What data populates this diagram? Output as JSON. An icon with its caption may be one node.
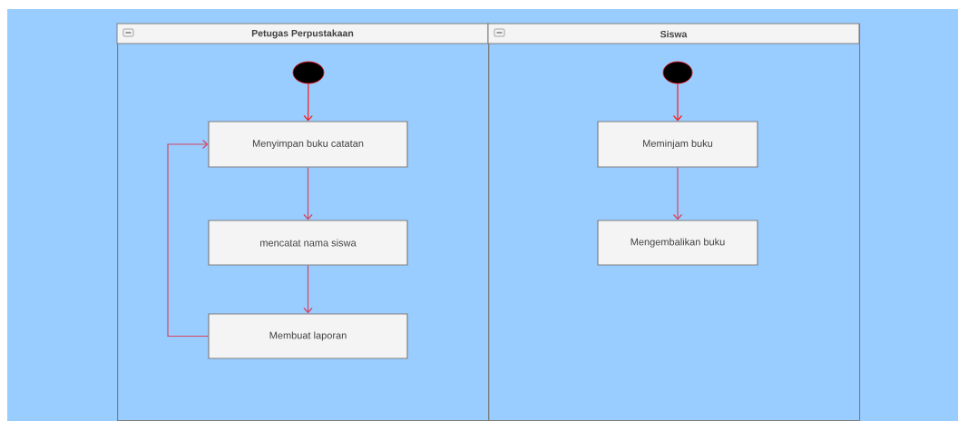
{
  "diagram": {
    "nodes": [
      {
        "text": [
          "Petugas Perpustakaan"
        ]
      },
      {
        "text": [
          "Siswa"
        ]
      },
      {
        "text": [],
        "shape": "circle",
        "in": 0
      },
      {
        "text": [
          "Menyimpan buku catatan"
        ],
        "in": 0
      },
      {
        "text": [
          "mencatat nama siswa"
        ],
        "in": 0
      },
      {
        "text": [
          "Membuat laporan"
        ],
        "in": 0
      },
      {
        "text": [],
        "shape": "circle",
        "in": 1
      },
      {
        "text": [
          "Meminjam  buku"
        ],
        "in": 1
      },
      {
        "text": [
          "Mengembalikan buku"
        ],
        "in": 1
      }
    ],
    "edges": [
      {
        "from": 2,
        "to": 3,
        "arrow": "to",
        "color": "#ff1a1a"
      },
      {
        "from": 3,
        "to": 4,
        "arrow": "to"
      },
      {
        "from": 4,
        "to": 5,
        "arrow": "to"
      },
      {
        "from": 5,
        "to": 3,
        "arrow": "to"
      },
      {
        "from": 6,
        "to": 7,
        "arrow": "to",
        "color": "#ff1a1a"
      },
      {
        "from": 7,
        "to": 8,
        "arrow": "to"
      }
    ]
  }
}
